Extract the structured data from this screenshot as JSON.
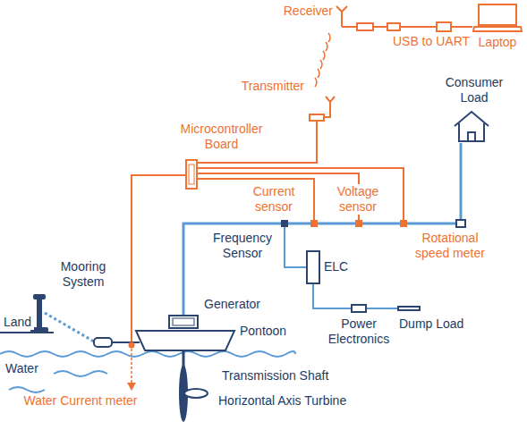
{
  "diagram": {
    "nodes": [
      {
        "text": [
          "Receiver"
        ]
      },
      {
        "text": [
          "USB to UART"
        ]
      },
      {
        "text": [
          "Laptop"
        ]
      },
      {
        "text": [
          "Consumer Load"
        ]
      },
      {
        "text": [
          "Transmitter"
        ]
      },
      {
        "text": [
          "Microcontroller Board"
        ]
      },
      {
        "text": [
          "Current sensor"
        ]
      },
      {
        "text": [
          "Voltage sensor"
        ]
      },
      {
        "text": [
          "Frequency Sensor"
        ]
      },
      {
        "text": [
          "Rotational speed meter"
        ]
      },
      {
        "text": [
          "ELC"
        ]
      },
      {
        "text": [
          "Generator"
        ]
      },
      {
        "text": [
          "Power Electronics"
        ]
      },
      {
        "text": [
          "Dump Load"
        ]
      }
    ],
    "edges": [
      {
        "from": 0,
        "to": 1,
        "arrow": "none"
      },
      {
        "from": 1,
        "to": 2,
        "arrow": "none"
      },
      {
        "from": 5,
        "to": 4,
        "arrow": "none"
      },
      {
        "from": 5,
        "to": 9,
        "arrow": "none"
      },
      {
        "from": 5,
        "to": 7,
        "arrow": "none"
      },
      {
        "from": 5,
        "to": 6,
        "arrow": "none"
      },
      {
        "from": 11,
        "to": 8,
        "arrow": "none"
      },
      {
        "from": 8,
        "to": 6,
        "arrow": "none"
      },
      {
        "from": 6,
        "to": 7,
        "arrow": "none"
      },
      {
        "from": 7,
        "to": 9,
        "arrow": "none"
      },
      {
        "from": 9,
        "to": 3,
        "arrow": "none"
      },
      {
        "from": 8,
        "to": 10,
        "arrow": "none"
      },
      {
        "from": 10,
        "to": 12,
        "arrow": "none"
      },
      {
        "from": 12,
        "to": 13,
        "arrow": "none"
      }
    ],
    "labels": [
      "Mooring System",
      "Land",
      "Water",
      "Water Current meter",
      "Pontoon",
      "Transmission Shaft",
      "Horizontal Axis Turbine"
    ]
  }
}
